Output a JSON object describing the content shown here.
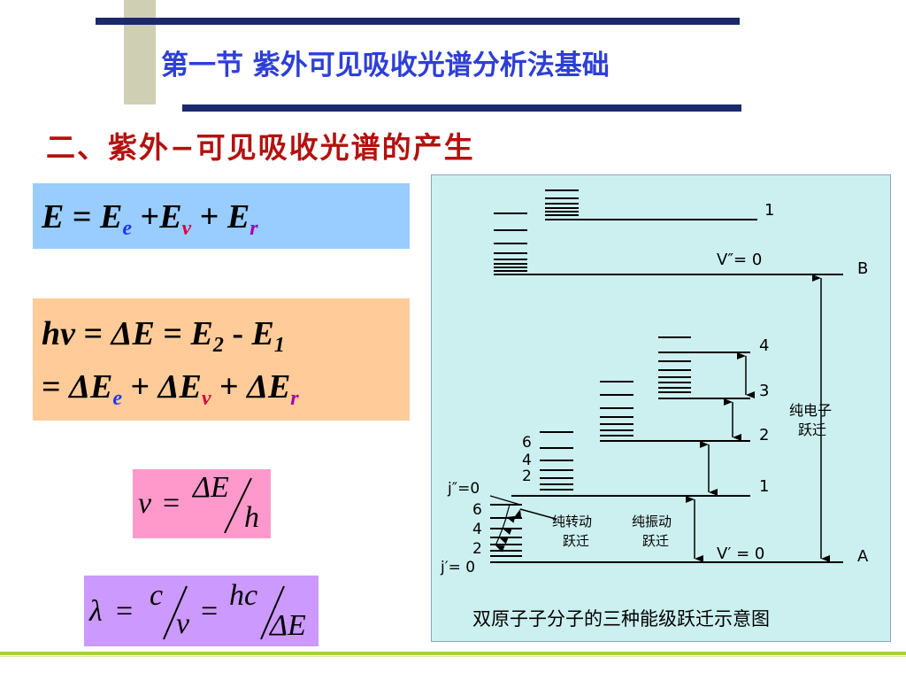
{
  "header": {
    "title": "第一节  紫外可见吸收光谱分析法基础",
    "subtitle": "二、紫外−可见吸收光谱的产生"
  },
  "formulas": {
    "f1": {
      "E": "E",
      "eq": " = ",
      "Ee": "E",
      "e": "e",
      "p1": " +",
      "Ev": "E",
      "v": "v",
      "p2": " + ",
      "Er": "E",
      "r": "r"
    },
    "f2a": {
      "hv": "hν",
      "eq1": " = ",
      "dE": "ΔE",
      "eq2": " = ",
      "E2": "E",
      "two": "2",
      "minus": " - ",
      "E1": "E",
      "one": "1"
    },
    "f2b": {
      "eq": "= ",
      "dEe": "ΔE",
      "e": "e",
      "p1": " + ",
      "dEv": "ΔE",
      "v": "v",
      "p2": " + ",
      "dEr": "ΔE",
      "r": "r"
    },
    "f3": {
      "nu": "ν",
      "eq": "=",
      "num": "ΔE",
      "den": "h"
    },
    "f4": {
      "lambda": "λ",
      "eq1": "=",
      "c": "c",
      "nu": "ν",
      "eq2": "=",
      "hc": "hc",
      "dE": "ΔE"
    }
  },
  "diagram": {
    "caption": "双原子子分子的三种能级跃迁示意图",
    "level_labels": {
      "upper_1": "1",
      "upper_v0": "V″= 0",
      "B": "B",
      "mid_4": "4",
      "mid_3": "3",
      "mid_2": "2",
      "mid_1": "1",
      "lower_v0": "V′ = 0",
      "A": "A",
      "j6_top": "6",
      "j4_top": "4",
      "j2_top": "2",
      "j_dbl_0": "j″=0",
      "j6_bot": "6",
      "j4_bot": "4",
      "j2_bot": "2",
      "j_single_0": "j′= 0"
    },
    "annotations": {
      "electronic_1": "纯电子",
      "electronic_2": "跃迁",
      "rotational_1": "纯转动",
      "rotational_2": "跃迁",
      "vibrational_1": "纯振动",
      "vibrational_2": "跃迁"
    },
    "line_color": "#000000",
    "bg_color": "#ccf0f0"
  },
  "colors": {
    "title": "#2e3fd6",
    "subtitle": "#b3120f",
    "box1": "#99ccff",
    "box2": "#ffcc99",
    "box3": "#ff99cc",
    "box4": "#cc99ff"
  }
}
